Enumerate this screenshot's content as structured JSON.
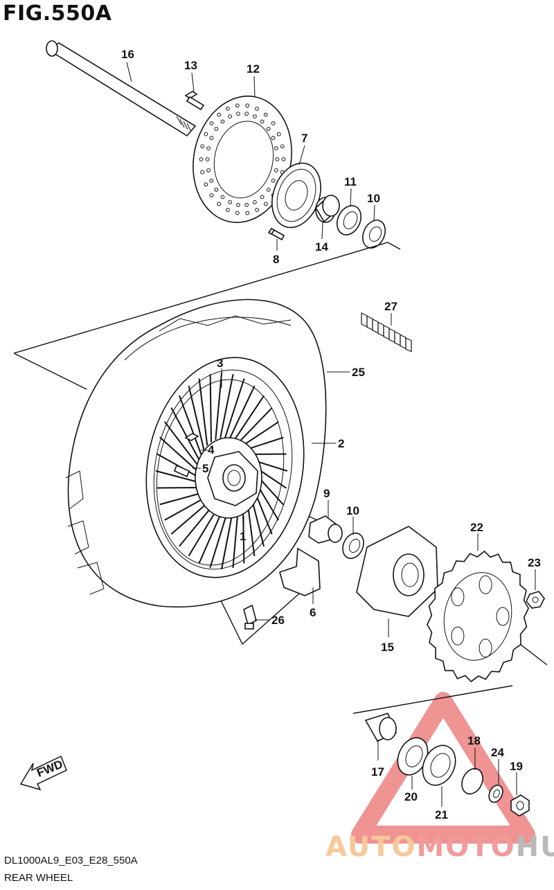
{
  "figure": {
    "title": "FIG.550A",
    "model_code": "DL1000AL9_E03_E28_550A",
    "section_name": "REAR WHEEL"
  },
  "direction_arrow": {
    "label": "FWD"
  },
  "callouts": [
    "16",
    "13",
    "12",
    "7",
    "11",
    "10",
    "14",
    "8",
    "27",
    "3",
    "25",
    "2",
    "4",
    "5",
    "1",
    "9",
    "10",
    "22",
    "23",
    "6",
    "26",
    "15",
    "17",
    "18",
    "24",
    "19",
    "20",
    "21"
  ],
  "watermark": {
    "part1": "AUTO",
    "part2": "MOTO",
    "part3": "HUB"
  },
  "colors": {
    "line": "#111111",
    "watermark_red": "#e23b3b",
    "watermark_orange": "#f5a84f",
    "watermark_grey": "#8c8c8c"
  }
}
